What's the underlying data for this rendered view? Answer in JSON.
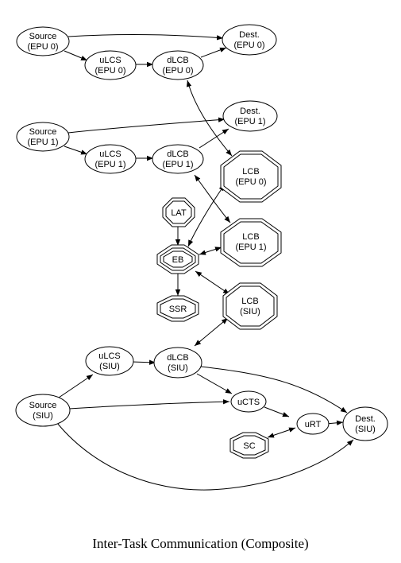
{
  "caption": "Inter-Task Communication (Composite)",
  "nodes": {
    "source_epu0": [
      "Source",
      "(EPU 0)"
    ],
    "ulcs_epu0": [
      "uLCS",
      "(EPU 0)"
    ],
    "dlcb_epu0": [
      "dLCB",
      "(EPU 0)"
    ],
    "dest_epu0": [
      "Dest.",
      "(EPU 0)"
    ],
    "source_epu1": [
      "Source",
      "(EPU 1)"
    ],
    "ulcs_epu1": [
      "uLCS",
      "(EPU 1)"
    ],
    "dlcb_epu1": [
      "dLCB",
      "(EPU 1)"
    ],
    "dest_epu1": [
      "Dest.",
      "(EPU 1)"
    ],
    "lcb_epu0": [
      "LCB",
      "(EPU 0)"
    ],
    "lat": [
      "LAT"
    ],
    "eb": [
      "EB"
    ],
    "lcb_epu1": [
      "LCB",
      "(EPU 1)"
    ],
    "ssr": [
      "SSR"
    ],
    "lcb_siu": [
      "LCB",
      "(SIU)"
    ],
    "ulcs_siu": [
      "uLCS",
      "(SIU)"
    ],
    "dlcb_siu": [
      "dLCB",
      "(SIU)"
    ],
    "source_siu": [
      "Source",
      "(SIU)"
    ],
    "ucts": [
      "uCTS"
    ],
    "urt": [
      "uRT"
    ],
    "dest_siu": [
      "Dest.",
      "(SIU)"
    ],
    "sc": [
      "SC"
    ]
  }
}
